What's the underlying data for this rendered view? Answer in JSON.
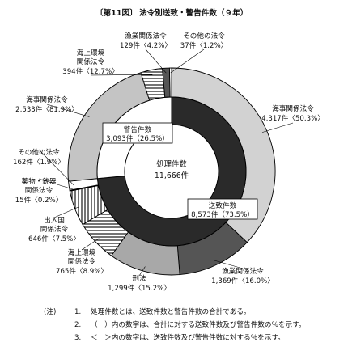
{
  "chart_data": {
    "type": "pie",
    "title_prefix": "〔第11図〕",
    "title": "法令別送致・警告件数（９年）",
    "total": {
      "label": "処理件数",
      "value": "11,666件"
    },
    "inner": [
      {
        "name": "送致件数",
        "value": 8573,
        "text": "8,573件（73.5%）",
        "color": "#2a2a2a"
      },
      {
        "name": "警告件数",
        "value": 3093,
        "text": "3,093件（26.5%）",
        "color": "#ffffff"
      }
    ],
    "outer": [
      {
        "group": "送致件数",
        "line1": "海事関係法令",
        "line2": "4,317件〈50.3%〉",
        "value": 4317,
        "fill": "#d2d2d2"
      },
      {
        "group": "送致件数",
        "line1": "漁業関係法令",
        "line2": "1,369件〈16.0%〉",
        "value": 1369,
        "fill": "#555555"
      },
      {
        "group": "送致件数",
        "line1": "刑法",
        "line2": "1,299件〈15.2%〉",
        "value": 1299,
        "fill": "#a8a8a8"
      },
      {
        "group": "送致件数",
        "line1": "海上環境",
        "line1b": "関係法令",
        "line2": "765件〈8.9%〉",
        "value": 765,
        "fill": "#ffffff",
        "pattern": "hstripes"
      },
      {
        "group": "送致件数",
        "line1": "出入国",
        "line1b": "関係法令",
        "line2": "646件〈7.5%〉",
        "value": 646,
        "fill": "#ffffff",
        "pattern": "vstripes"
      },
      {
        "group": "送致件数",
        "line1": "薬物・銃器",
        "line1b": "関係法令",
        "line2": "15件〈0.2%〉",
        "value": 15,
        "fill": "#111111"
      },
      {
        "group": "送致件数",
        "line1": "その他の法令",
        "line2": "162件〈1.9%〉",
        "value": 162,
        "fill": "#ffffff"
      },
      {
        "group": "警告件数",
        "line1": "海事関係法令",
        "line2": "2,533件〈81.9%〉",
        "value": 2533,
        "fill": "#c4c4c4"
      },
      {
        "group": "警告件数",
        "line1": "海上環境",
        "line1b": "関係法令",
        "line2": "394件〈12.7%〉",
        "value": 394,
        "fill": "#ffffff",
        "pattern": "hstripes"
      },
      {
        "group": "警告件数",
        "line1": "漁業関係法令",
        "line2": "129件〈4.2%〉",
        "value": 129,
        "fill": "#555555"
      },
      {
        "group": "警告件数",
        "line1": "その他の法令",
        "line2": "37件〈1.2%〉",
        "value": 37,
        "fill": "#ffffff"
      }
    ],
    "notes": [
      {
        "mark": "(注)",
        "num": "1.",
        "text": "処理件数とは、送致件数と警告件数の合計である。"
      },
      {
        "mark": "",
        "num": "2.",
        "text": "（　）内の数字は、合計に対する送致件数及び警告件数の％を示す。"
      },
      {
        "mark": "",
        "num": "3.",
        "text": "＜　＞内の数字は、送致件数及び警告件数に対する％を示す。"
      }
    ]
  }
}
